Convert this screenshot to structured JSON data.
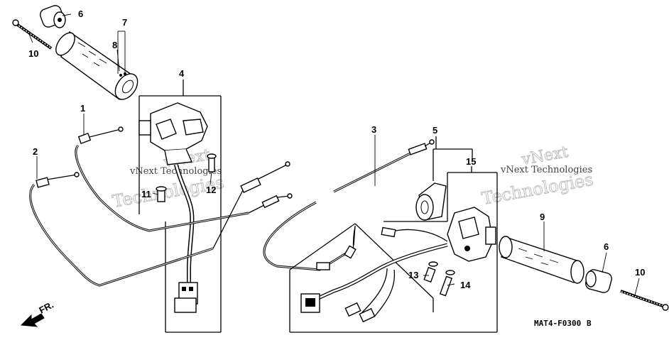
{
  "diagram": {
    "code": "MAT4-F0300",
    "code_suffix": "B",
    "direction_label": "FR.",
    "callouts": [
      {
        "id": "c6a",
        "label": "6"
      },
      {
        "id": "c7",
        "label": "7"
      },
      {
        "id": "c8",
        "label": "8"
      },
      {
        "id": "c10a",
        "label": "10"
      },
      {
        "id": "c4",
        "label": "4"
      },
      {
        "id": "c1",
        "label": "1"
      },
      {
        "id": "c2",
        "label": "2"
      },
      {
        "id": "c11",
        "label": "11"
      },
      {
        "id": "c12",
        "label": "12"
      },
      {
        "id": "c3",
        "label": "3"
      },
      {
        "id": "c5",
        "label": "5"
      },
      {
        "id": "c15",
        "label": "15"
      },
      {
        "id": "c9",
        "label": "9"
      },
      {
        "id": "c6b",
        "label": "6"
      },
      {
        "id": "c10b",
        "label": "10"
      },
      {
        "id": "c13",
        "label": "13"
      },
      {
        "id": "c14",
        "label": "14"
      }
    ],
    "watermarks": [
      {
        "id": "wm1a",
        "text": "vNext"
      },
      {
        "id": "wm1b",
        "text": "Technologies"
      },
      {
        "id": "wm1c",
        "text": "vNext Technologies"
      },
      {
        "id": "wm2a",
        "text": "vNext"
      },
      {
        "id": "wm2b",
        "text": "Technologies"
      },
      {
        "id": "wm2c",
        "text": "vNext Technologies"
      }
    ]
  }
}
